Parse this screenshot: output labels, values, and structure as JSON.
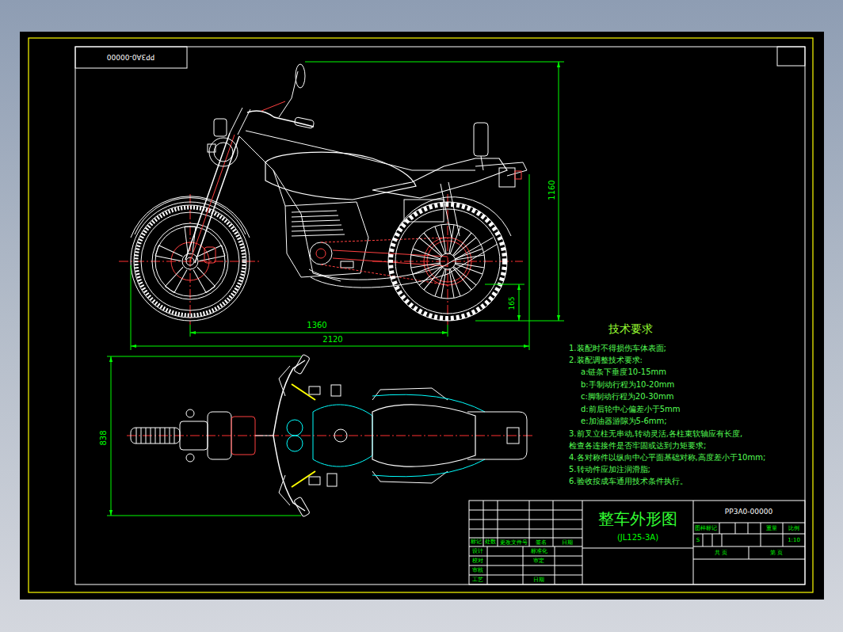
{
  "diagram": {
    "title": "整车外形图",
    "labels": [
      "PP3A0-00000",
      "1160",
      "165",
      "1360",
      "2120",
      "838",
      "技术要求",
      "1.装配时不得损伤车体表面;",
      "2.装配调整技术要求:",
      "a:链条下垂度10-15mm",
      "b:手制动行程为10-20mm",
      "c:脚制动行程为20-30mm",
      "d:前后轮中心偏差小于5mm",
      "e:加油器游隙为5-6mm;",
      "3.前叉立柱无串动,转动灵活,各柱束软轴应有长度,",
      "检查各连接件是否牢固或达到力矩要求;",
      "4.各对称件以纵向中心平面基础对称,高度差小于10mm;",
      "5.转动件应加注润滑脂;",
      "6.验收按成车通用技术条件执行。",
      "(JL125-3A)",
      "PP3A0-00000",
      "图样标记",
      "重量",
      "比例",
      "S",
      "1:10",
      "共 页",
      "第 页",
      "标记",
      "处数",
      "更改文件号",
      "签名",
      "日期",
      "设计",
      "标准化",
      "校对",
      "审定",
      "审核",
      "工艺",
      "日期"
    ]
  }
}
